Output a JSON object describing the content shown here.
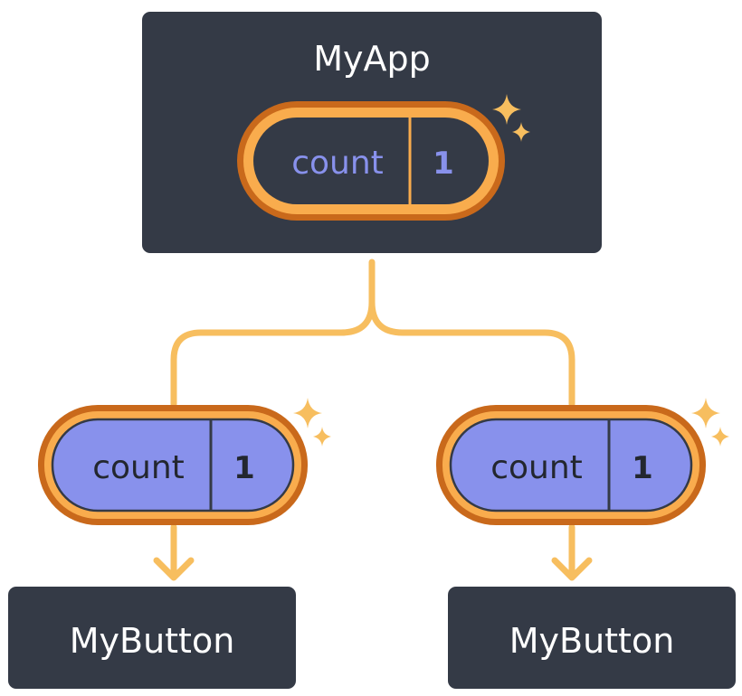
{
  "app": {
    "label": "MyApp",
    "state": {
      "key": "count",
      "value": "1"
    }
  },
  "children": [
    {
      "label": "MyButton",
      "prop": {
        "key": "count",
        "value": "1"
      }
    },
    {
      "label": "MyButton",
      "prop": {
        "key": "count",
        "value": "1"
      }
    }
  ],
  "colors": {
    "box": "#343a46",
    "connector": "#f7be5f",
    "pill_outer": "#c9691b",
    "pill_mid": "#f9ac4d",
    "app_pill_fill": "#343a46",
    "app_pill_text": "#8891ec",
    "child_pill_fill": "#8891ec",
    "child_pill_text": "#23272f",
    "sparkle": "#f7be5f"
  }
}
